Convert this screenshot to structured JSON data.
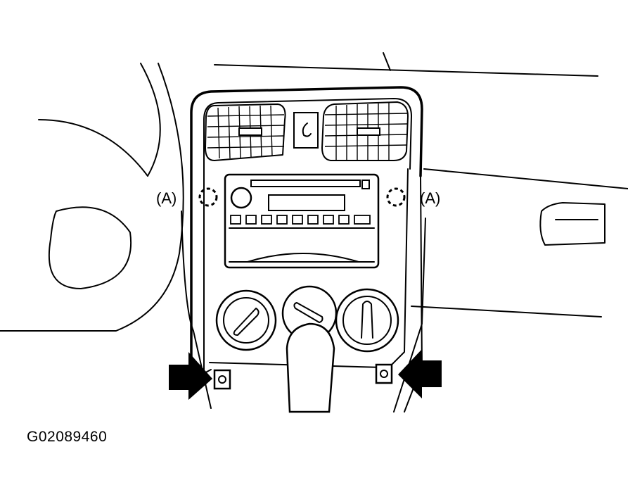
{
  "figure": {
    "id": "G02089460",
    "callouts": {
      "left_clip": "(A)",
      "right_clip": "(A)"
    },
    "parts": [
      "center-console-panel",
      "air-vent-left",
      "air-vent-right",
      "hazard-switch",
      "audio-unit",
      "climate-knob-left",
      "climate-knob-center",
      "climate-knob-right",
      "shift-boot",
      "screw-left",
      "screw-right",
      "arrow-left",
      "arrow-right",
      "clip-left",
      "clip-right"
    ]
  }
}
